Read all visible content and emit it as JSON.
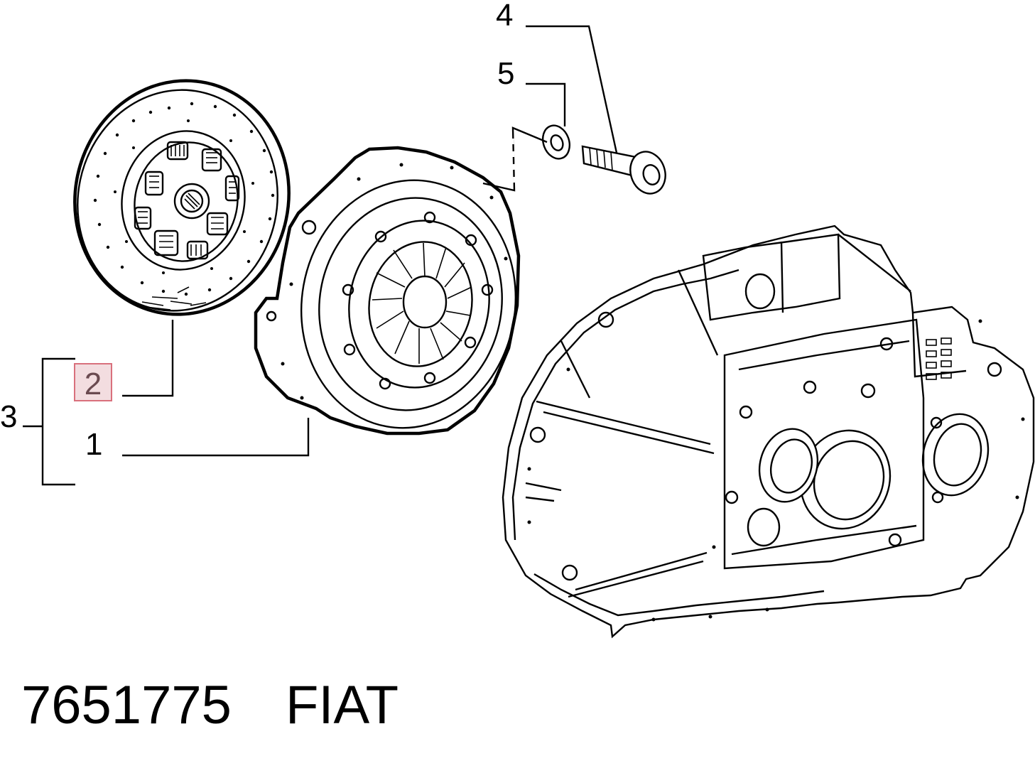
{
  "callouts": {
    "c1": "1",
    "c2": "2",
    "c3": "3",
    "c4": "4",
    "c5": "5"
  },
  "footer": {
    "part_number": "7651775",
    "brand": "FIAT"
  },
  "highlight": {
    "part": "2",
    "fill": "#f3dde0",
    "border": "#d9707c"
  },
  "components": {
    "1": "clutch-pressure-plate",
    "2": "clutch-disc",
    "3": "clutch-kit",
    "4": "bolt",
    "5": "washer"
  }
}
